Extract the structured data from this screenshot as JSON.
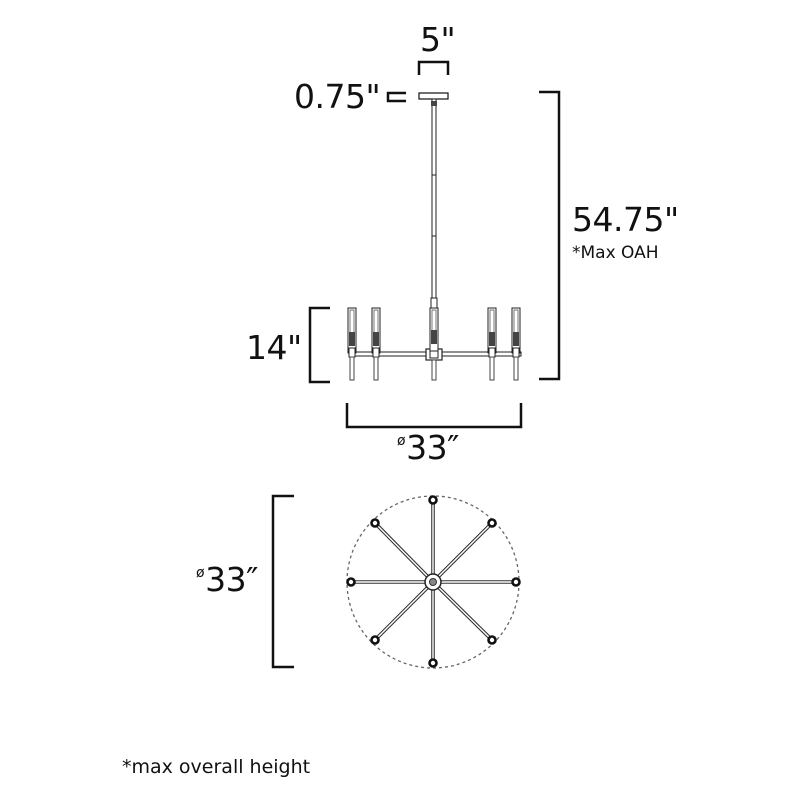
{
  "diagram": {
    "type": "chandelier-dimension-drawing",
    "side_view": {
      "canopy_width": {
        "value": "5\"",
        "label": "5\""
      },
      "canopy_height": {
        "value": "0.75\"",
        "label": "0.75\""
      },
      "overall_height": {
        "value": "54.75\"",
        "label": "54.75\"",
        "note": "*Max OAH"
      },
      "fixture_height": {
        "value": "14\"",
        "label": "14\""
      },
      "fixture_width": {
        "symbol": "ø",
        "value": "33″",
        "label": "33″"
      },
      "light_count_visible": 5
    },
    "top_view": {
      "diameter": {
        "symbol": "ø",
        "value": "33″",
        "label": "33″"
      },
      "arms": 8
    },
    "footnote": "*max overall height"
  },
  "colors": {
    "line": "#111111",
    "background": "#ffffff",
    "glass_dark": "#555555",
    "dashed_circle": "#666666"
  }
}
